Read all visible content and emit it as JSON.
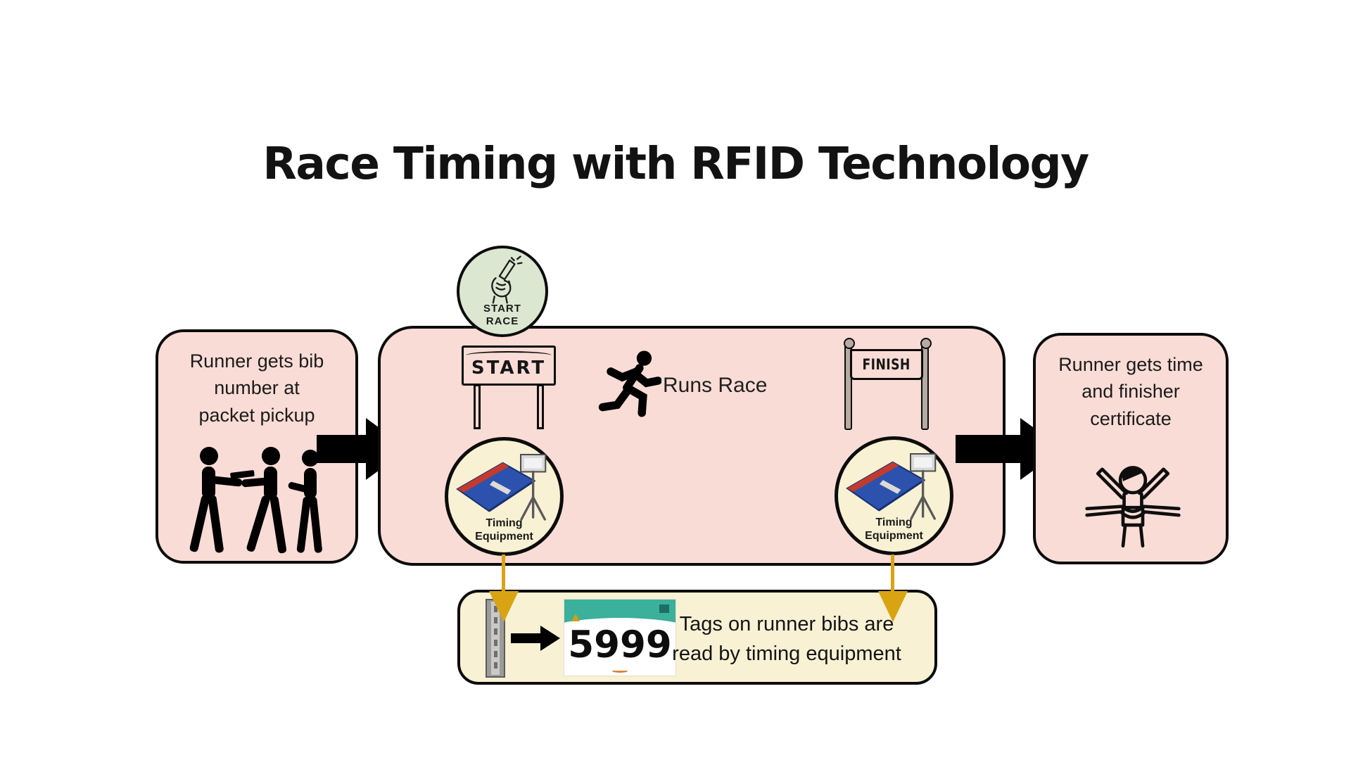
{
  "title": "Race Timing with RFID Technology",
  "colors": {
    "pink": "#fadcd6",
    "green": "#dbe7d0",
    "cream": "#f8f1d4",
    "gold": "#d9a413",
    "teal": "#3bb09b",
    "mat-blue": "#2c52ae",
    "mat-red": "#c23b2e",
    "ink": "#161616"
  },
  "left_box": {
    "lines": [
      "Runner gets bib",
      "number at",
      "packet pickup"
    ]
  },
  "main_box": {
    "start_race_circle": {
      "lines": [
        "START",
        "RACE"
      ]
    },
    "start_banner_label": "START",
    "runs_race_label": "Runs Race",
    "finish_banner_label": "FINISH",
    "timing_left": {
      "lines": [
        "Timing",
        "Equipment"
      ]
    },
    "timing_right": {
      "lines": [
        "Timing",
        "Equipment"
      ]
    }
  },
  "right_box": {
    "lines": [
      "Runner gets time",
      "and finisher",
      "certificate"
    ]
  },
  "bottom_box": {
    "bib_number": "5999",
    "lines": [
      "Tags on runner bibs are",
      "read by timing equipment"
    ]
  }
}
